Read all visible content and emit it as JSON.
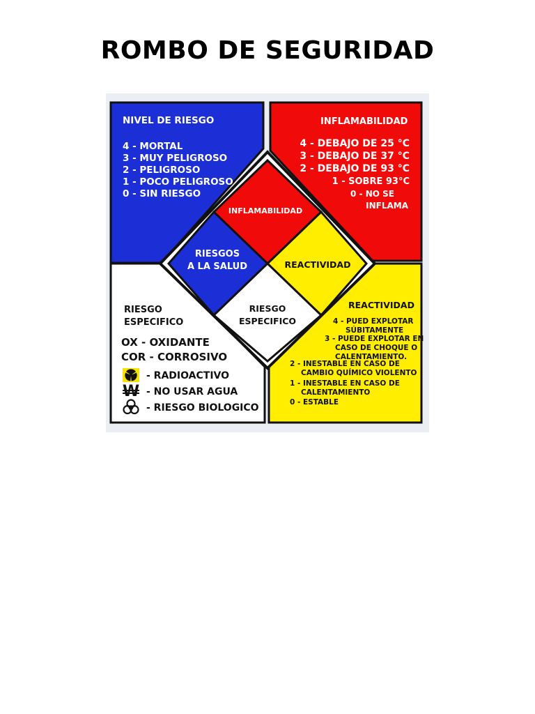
{
  "title": "ROMBO DE SEGURIDAD",
  "colors": {
    "health": "#1c2fd6",
    "flammability": "#f00a0a",
    "reactivity": "#ffee00",
    "specific": "#ffffff",
    "frame": "#ebeef2"
  },
  "health_panel": {
    "heading": "NIVEL DE RIESGO",
    "items": [
      "4 - MORTAL",
      "3 - MUY PELIGROSO",
      "2 - PELIGROSO",
      "1 - POCO PELIGROSO",
      "0 - SIN RIESGO"
    ]
  },
  "flammability_panel": {
    "heading": "INFLAMABILIDAD",
    "items": [
      "4 - DEBAJO DE 25 °C",
      "3 - DEBAJO DE 37 °C",
      "2 - DEBAJO DE 93 °C",
      "1 - SOBRE 93°C",
      "0 - NO SE",
      "INFLAMA"
    ]
  },
  "specific_panel": {
    "heading_line1": "RIESGO",
    "heading_line2": "ESPECIFICO",
    "items": [
      "OX - OXIDANTE",
      "COR - CORROSIVO"
    ],
    "icon_items": [
      {
        "icon": "radioactive-icon",
        "label": "- RADIOACTIVO"
      },
      {
        "icon": "no-water-icon",
        "label": "- NO USAR AGUA"
      },
      {
        "icon": "biohazard-icon",
        "label": "- RIESGO BIOLOGICO"
      }
    ]
  },
  "reactivity_panel": {
    "heading": "REACTIVIDAD",
    "lines": [
      "4 - PUED EXPLOTAR",
      "SÚBITAMENTE",
      "3 - PUEDE EXPLOTAR EN",
      "CASO DE CHOQUE O",
      "CALENTAMIENTO.",
      "2 - INESTABLE EN CASO DE",
      "CAMBIO QUÍMICO VIOLENTO",
      "1 - INESTABLE EN CASO DE",
      "CALENTAMIENTO",
      "0 - ESTABLE"
    ]
  },
  "diamond": {
    "top": "INFLAMABILIDAD",
    "left_line1": "RIESGOS",
    "left_line2": "A LA SALUD",
    "right": "REACTIVIDAD",
    "bottom_line1": "RIESGO",
    "bottom_line2": "ESPECIFICO"
  }
}
